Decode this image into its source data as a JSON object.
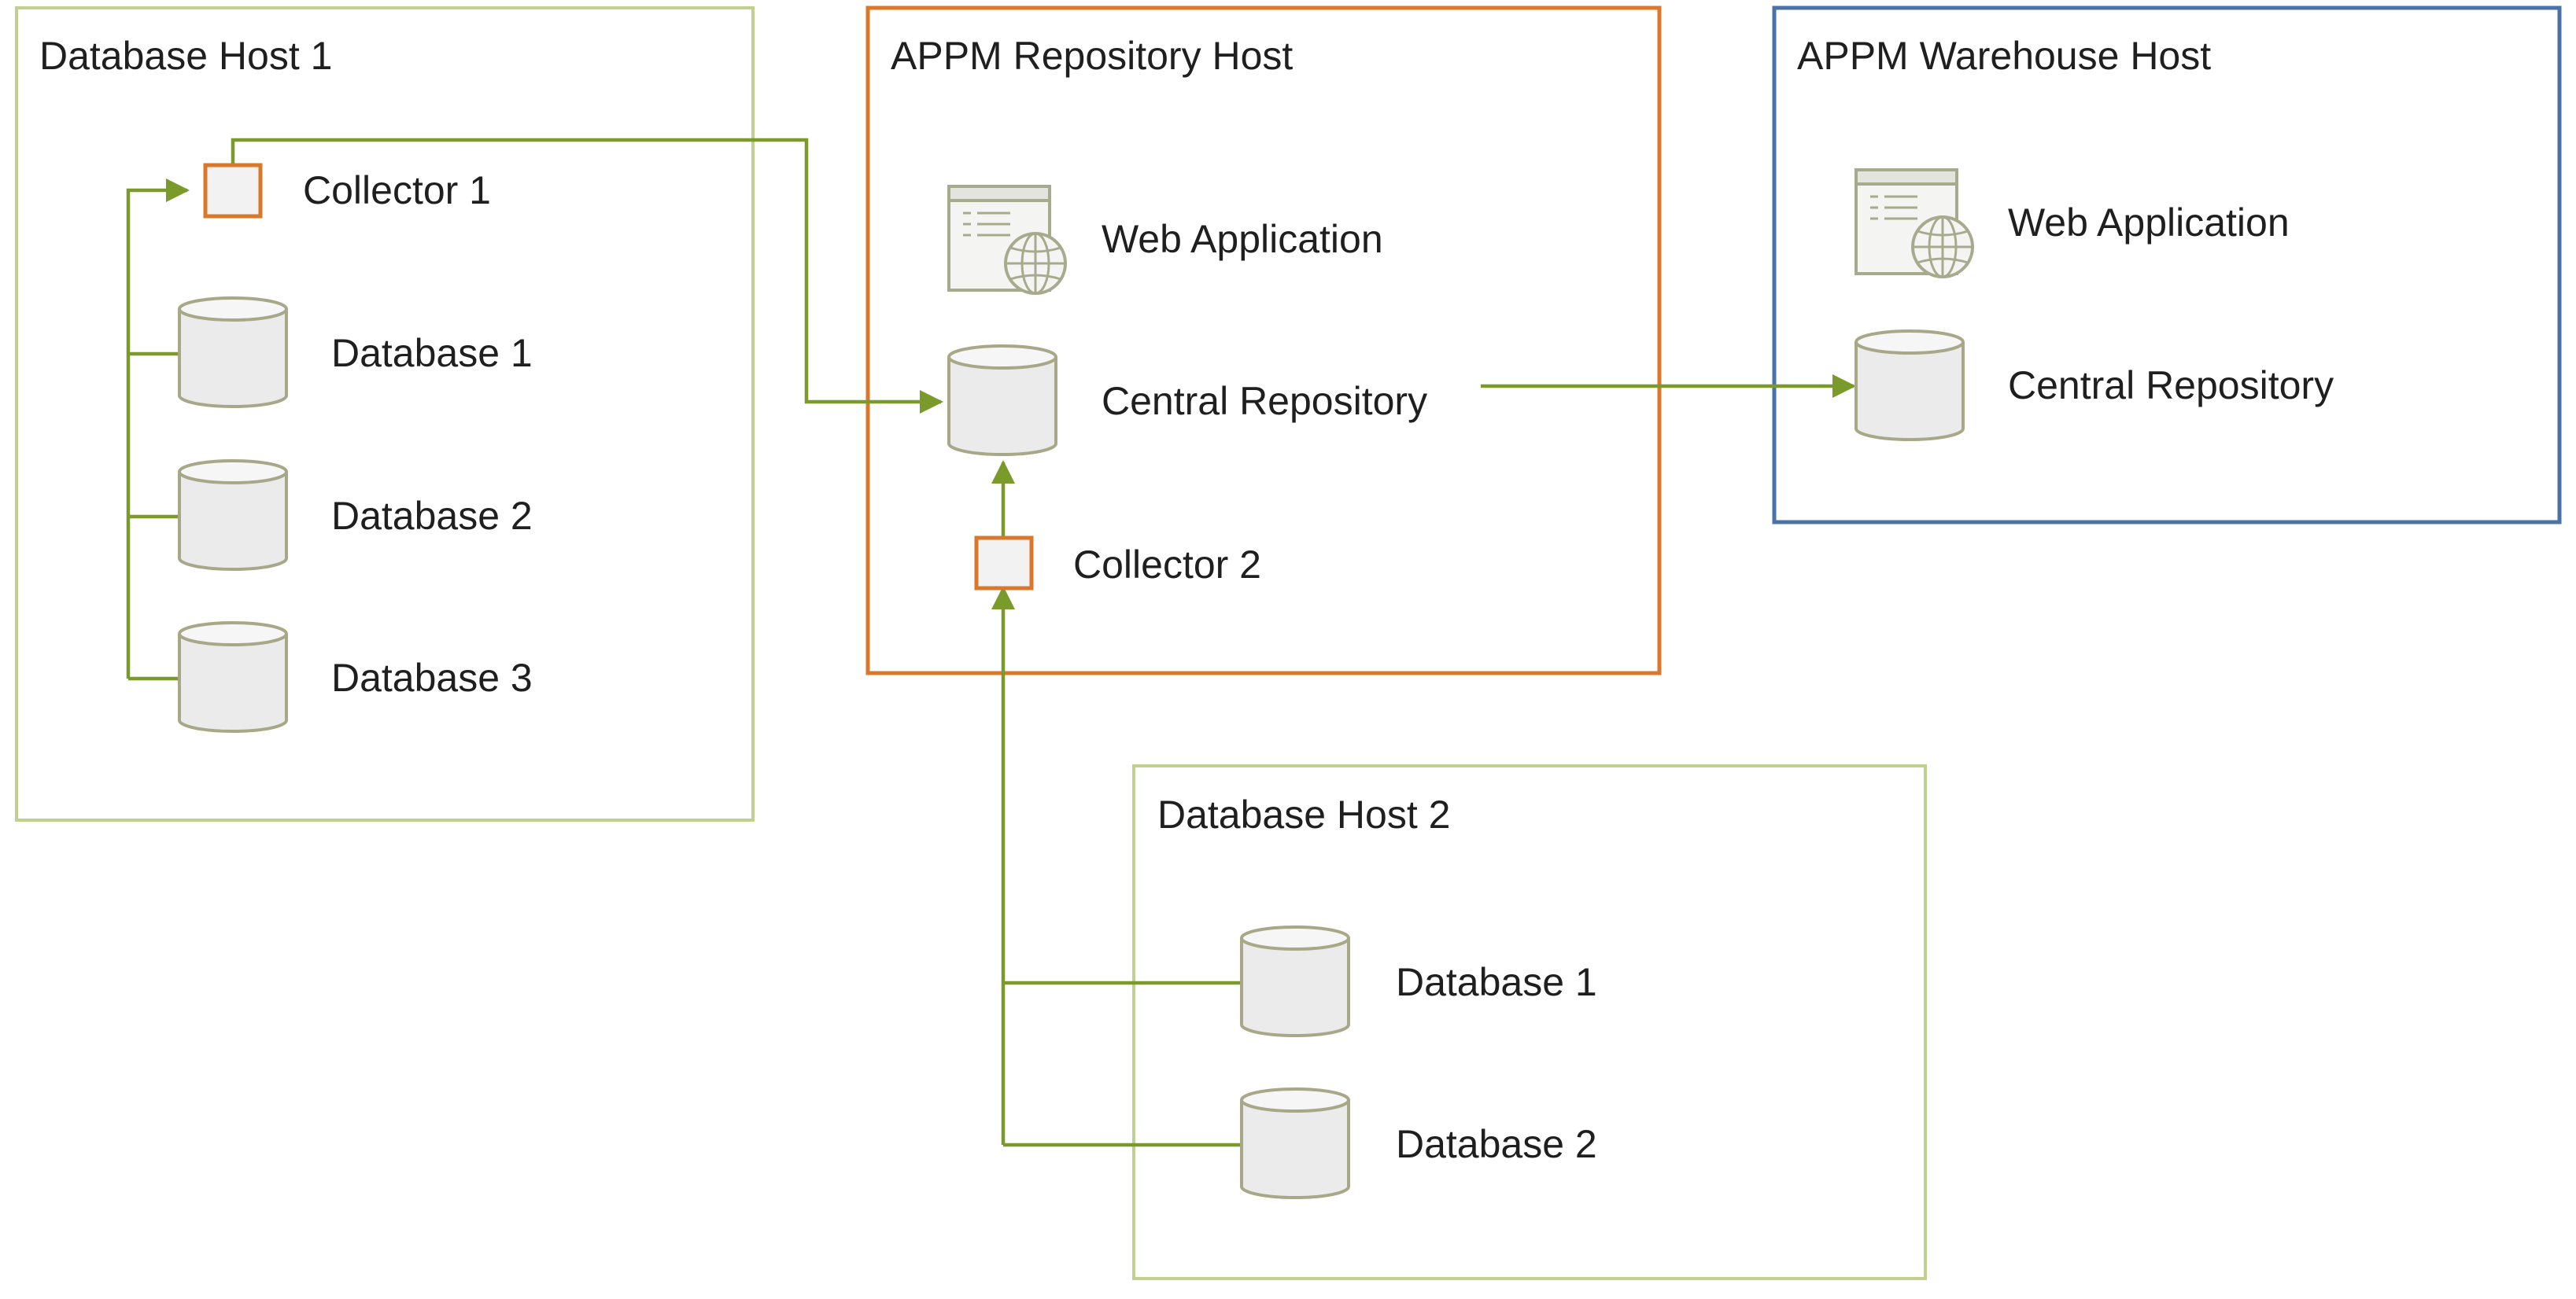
{
  "hosts": {
    "db_host_1": {
      "title": "Database Host 1",
      "collector": "Collector 1",
      "databases": [
        "Database 1",
        "Database 2",
        "Database 3"
      ]
    },
    "repo_host": {
      "title": "APPM Repository Host",
      "web_app": "Web Application",
      "repository": "Central Repository",
      "collector": "Collector 2"
    },
    "warehouse_host": {
      "title": "APPM Warehouse Host",
      "web_app": "Web Application",
      "repository": "Central Repository"
    },
    "db_host_2": {
      "title": "Database Host 2",
      "databases": [
        "Database 1",
        "Database 2"
      ]
    }
  },
  "colors": {
    "db_host_border": "#bfd08f",
    "repo_host_border": "#d9772b",
    "warehouse_host_border": "#4a72a8",
    "flow_line": "#7a9a2c",
    "collector_border": "#d9772b"
  }
}
